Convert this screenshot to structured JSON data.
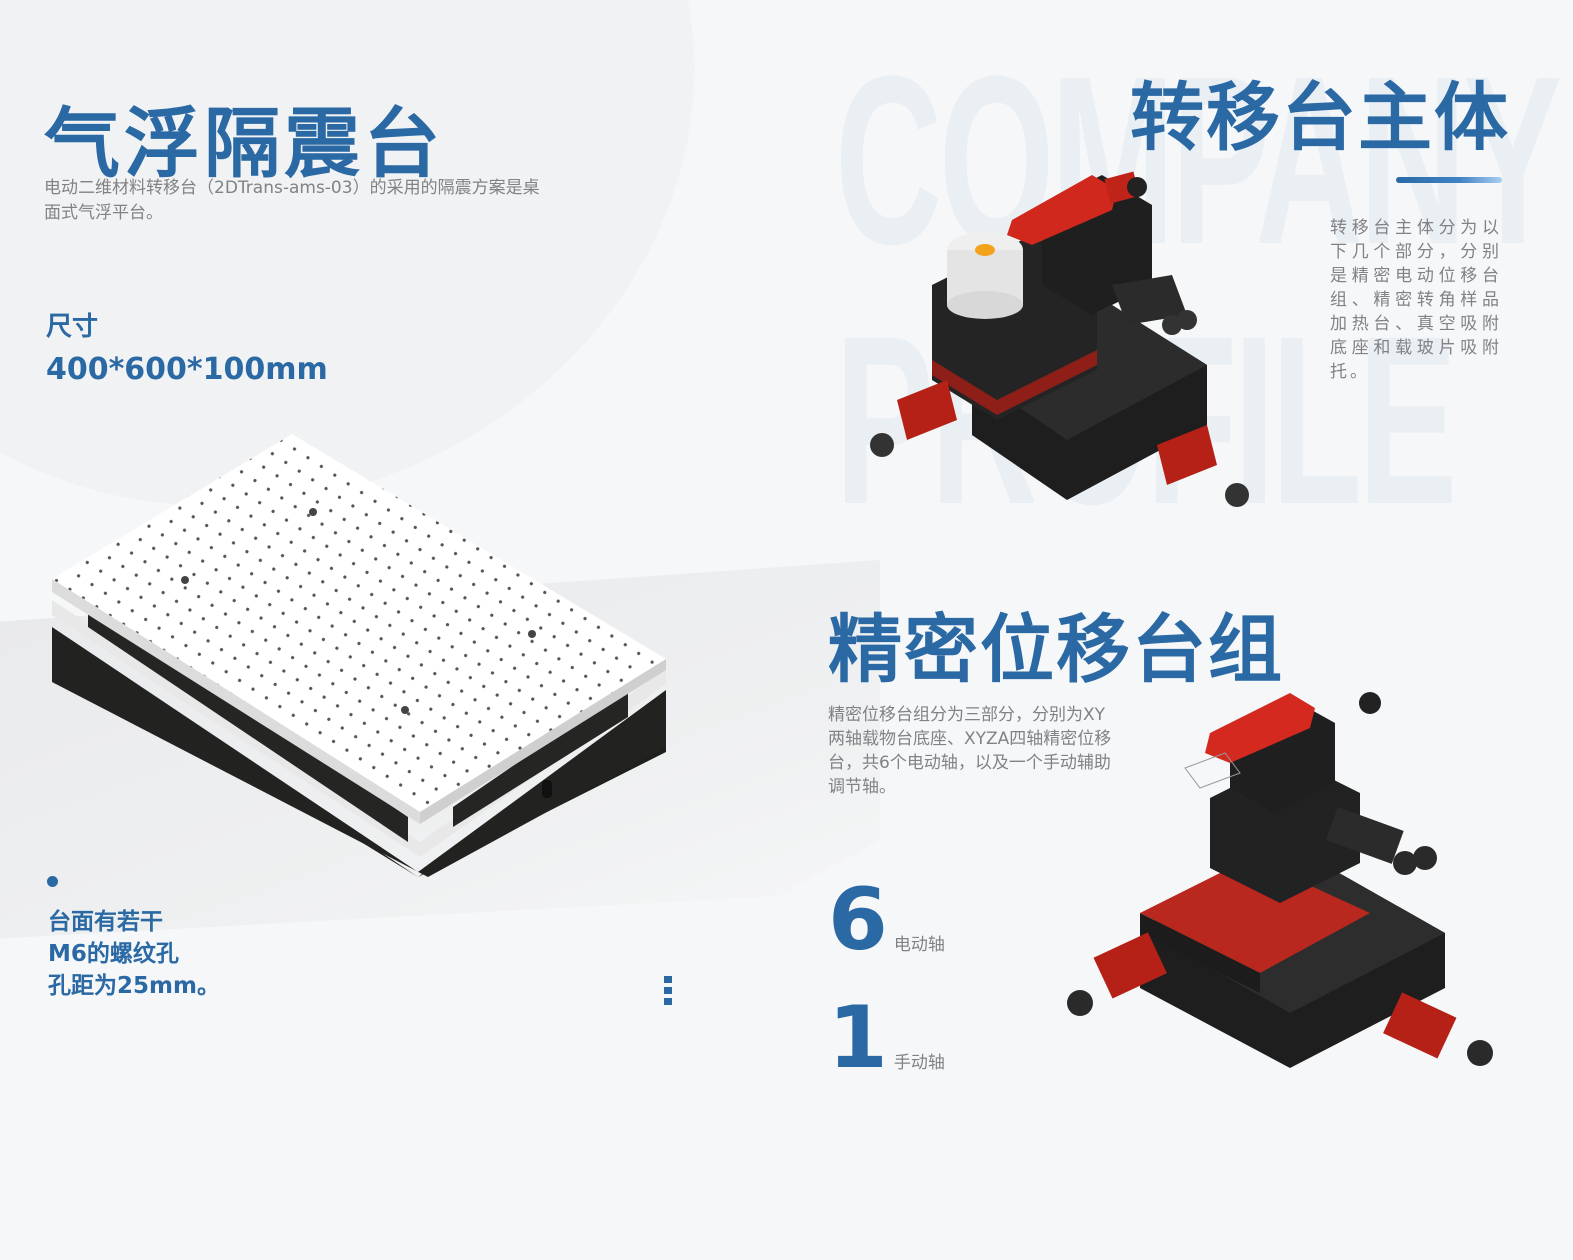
{
  "background": {
    "watermark_lines": [
      "COMPANY",
      "PROFILE"
    ]
  },
  "left_section": {
    "title": "气浮隔震台",
    "description": "电动二维材料转移台（2DTrans-ams-03）的采用的隔震方案是桌面式气浮平台。",
    "size_label": "尺寸",
    "size_value": "400*600*100mm",
    "image_alt": "optical-breadboard-air-table",
    "note_lines": [
      "台面有若干",
      "M6的螺纹孔",
      "孔距为25mm。"
    ]
  },
  "right_top_section": {
    "title": "转移台主体",
    "description": "转移台主体分为以下几个部分，分别是精密电动位移台组、精密转角样品加热台、真空吸附底座和载玻片吸附托。",
    "image_alt": "transfer-stage-main-body"
  },
  "right_bottom_section": {
    "title": "精密位移台组",
    "description": "精密位移台组分为三部分，分别为XY两轴载物台底座、XYZA四轴精密位移台，共6个电动轴，以及一个手动辅助调节轴。",
    "stats": [
      {
        "value": "6",
        "label": "电动轴"
      },
      {
        "value": "1",
        "label": "手动轴"
      }
    ],
    "image_alt": "precision-displacement-stage-group"
  },
  "colors": {
    "accent": "#2a69a4",
    "text_gray": "#808285",
    "background": "#f6f7f8",
    "stage_red": "#c8281e"
  }
}
